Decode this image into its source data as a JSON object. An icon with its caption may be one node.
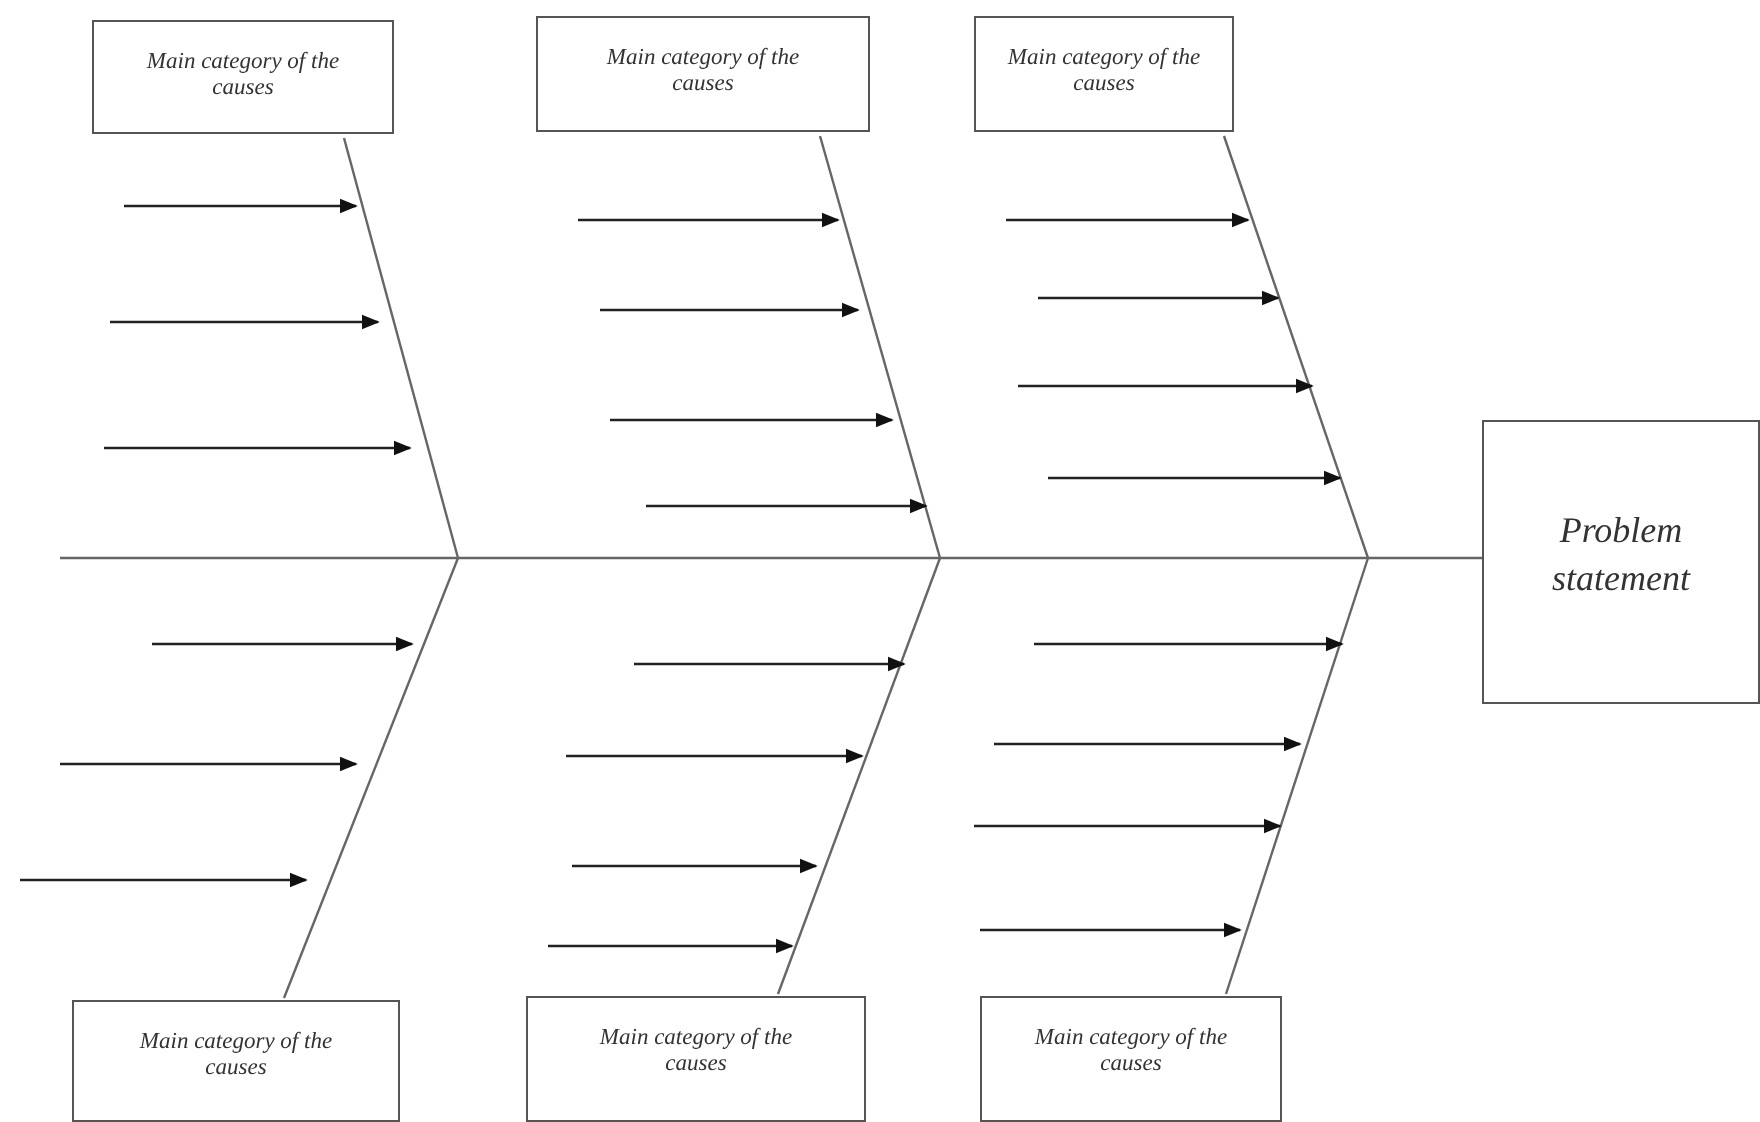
{
  "diagram": {
    "nodes": [
      {
        "text": [
          "Main category of the causes"
        ]
      },
      {
        "text": [
          "Main category of the causes"
        ]
      },
      {
        "text": [
          "Main category of the causes"
        ]
      },
      {
        "text": [
          "Problem statement"
        ]
      },
      {
        "text": [
          "Main category of the causes"
        ]
      },
      {
        "text": [
          "Main category of the causes"
        ]
      },
      {
        "text": [
          "Main category of the causes"
        ]
      }
    ],
    "edges": [
      {
        "from": null,
        "to": 3,
        "arrow": "none"
      },
      {
        "from": 0,
        "to": null,
        "arrow": "none"
      },
      {
        "from": 1,
        "to": null,
        "arrow": "none"
      },
      {
        "from": 2,
        "to": null,
        "arrow": "none"
      },
      {
        "from": 4,
        "to": null,
        "arrow": "none"
      },
      {
        "from": 5,
        "to": null,
        "arrow": "none"
      },
      {
        "from": 6,
        "to": null,
        "arrow": "none"
      }
    ]
  }
}
